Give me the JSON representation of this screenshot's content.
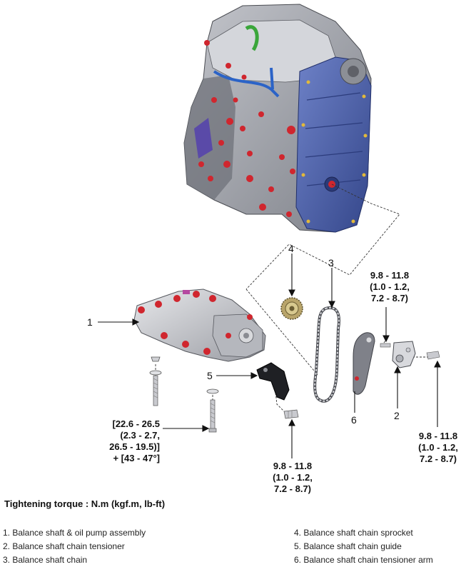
{
  "callouts": {
    "n1": "1",
    "n2": "2",
    "n3": "3",
    "n4": "4",
    "n5": "5",
    "n6": "6"
  },
  "torque_tensioner": [
    "9.8 - 11.8",
    "(1.0 - 1.2,",
    "7.2 - 8.7)"
  ],
  "torque_arm": [
    "9.8 - 11.8",
    "(1.0 - 1.2,",
    "7.2 - 8.7)"
  ],
  "torque_guide": [
    "9.8 - 11.8",
    "(1.0 - 1.2,",
    "7.2 - 8.7)"
  ],
  "torque_pump": [
    "[22.6 - 26.5",
    "(2.3 - 2.7,",
    "26.5 - 19.5)]",
    "+ [43 - 47°]"
  ],
  "caption": "Tightening torque : N.m (kgf.m, lb-ft)",
  "legend_left": [
    "1. Balance shaft & oil pump assembly",
    "2. Balance shaft chain tensioner",
    "3. Balance shaft chain"
  ],
  "legend_right": [
    "4. Balance shaft chain sprocket",
    "5. Balance shaft chain guide",
    "6. Balance shaft chain tensioner arm"
  ],
  "colors": {
    "engine_gray": "#9a9ca4",
    "timing_cover_blue": "#4a5fa8",
    "bolt_red": "#d0262e",
    "hose_green": "#3aa63a",
    "hose_blue": "#2b63c7"
  }
}
